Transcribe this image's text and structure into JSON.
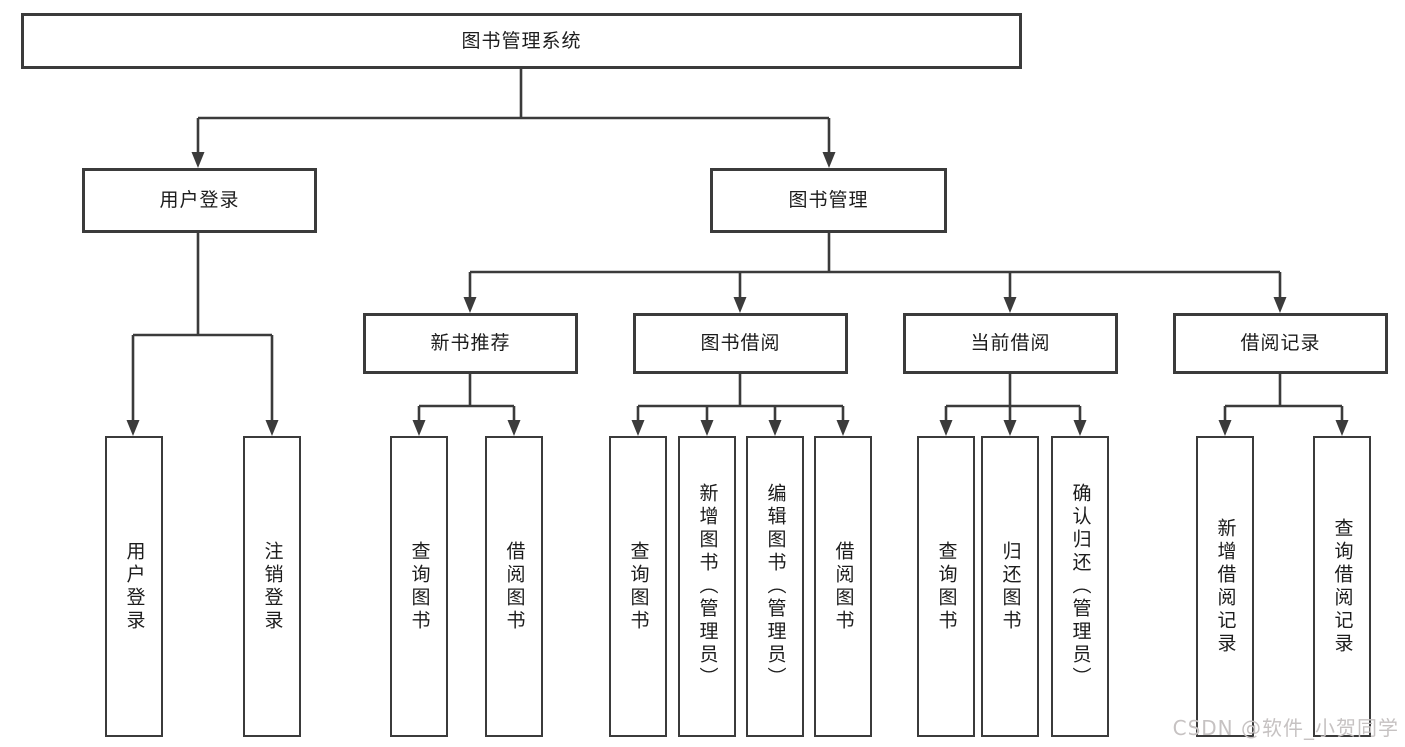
{
  "tree": {
    "label": "图书管理系统",
    "children": [
      {
        "label": "用户登录",
        "children": [
          {
            "label": "用户登录"
          },
          {
            "label": "注销登录"
          }
        ]
      },
      {
        "label": "图书管理",
        "children": [
          {
            "label": "新书推荐",
            "children": [
              {
                "label": "查询图书"
              },
              {
                "label": "借阅图书"
              }
            ]
          },
          {
            "label": "图书借阅",
            "children": [
              {
                "label": "查询图书"
              },
              {
                "label": "新增图书（管理员）"
              },
              {
                "label": "编辑图书（管理员）"
              },
              {
                "label": "借阅图书"
              }
            ]
          },
          {
            "label": "当前借阅",
            "children": [
              {
                "label": "查询图书"
              },
              {
                "label": "归还图书"
              },
              {
                "label": "确认归还（管理员）"
              }
            ]
          },
          {
            "label": "借阅记录",
            "children": [
              {
                "label": "新增借阅记录"
              },
              {
                "label": "查询借阅记录"
              }
            ]
          }
        ]
      }
    ]
  },
  "watermark": {
    "text": "CSDN @软件_小贺同学"
  },
  "colors": {
    "line": "#3b3b3b",
    "box_border": "#3b3b3b",
    "text": "#1c1c1c",
    "background": "#ffffff",
    "watermark": "#c6c2c2"
  }
}
